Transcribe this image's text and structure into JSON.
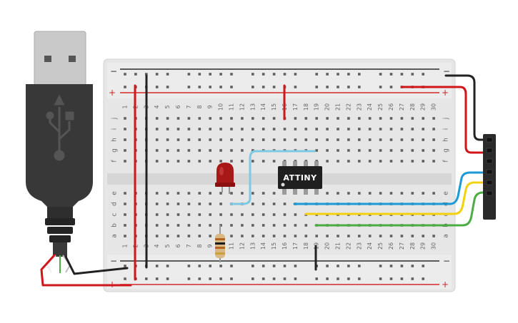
{
  "breadboard": {
    "column_labels": [
      "1",
      "2",
      "3",
      "4",
      "5",
      "6",
      "7",
      "8",
      "9",
      "10",
      "11",
      "12",
      "13",
      "14",
      "15",
      "16",
      "17",
      "18",
      "19",
      "20",
      "21",
      "22",
      "23",
      "24",
      "25",
      "26",
      "27",
      "28",
      "29",
      "30"
    ],
    "row_labels_top": [
      "j",
      "i",
      "h",
      "g",
      "f"
    ],
    "row_labels_bottom": [
      "e",
      "d",
      "c",
      "b",
      "a"
    ],
    "rail_minus": "−",
    "rail_plus": "+"
  },
  "chip": {
    "label": "ATTINY"
  },
  "components": {
    "led": "red LED",
    "resistor": "resistor",
    "usb": "USB plug",
    "header": "6-pin header"
  },
  "colors": {
    "wire_red": "#d0161b",
    "wire_black": "#222222",
    "wire_blue": "#1a9ad6",
    "wire_lightblue": "#7dc9e3",
    "wire_yellow": "#f2d10f",
    "wire_green": "#4cad43",
    "board": "#e7e7e7",
    "rail_red": "#d42a2a",
    "usb_body": "#3a3a3a"
  }
}
